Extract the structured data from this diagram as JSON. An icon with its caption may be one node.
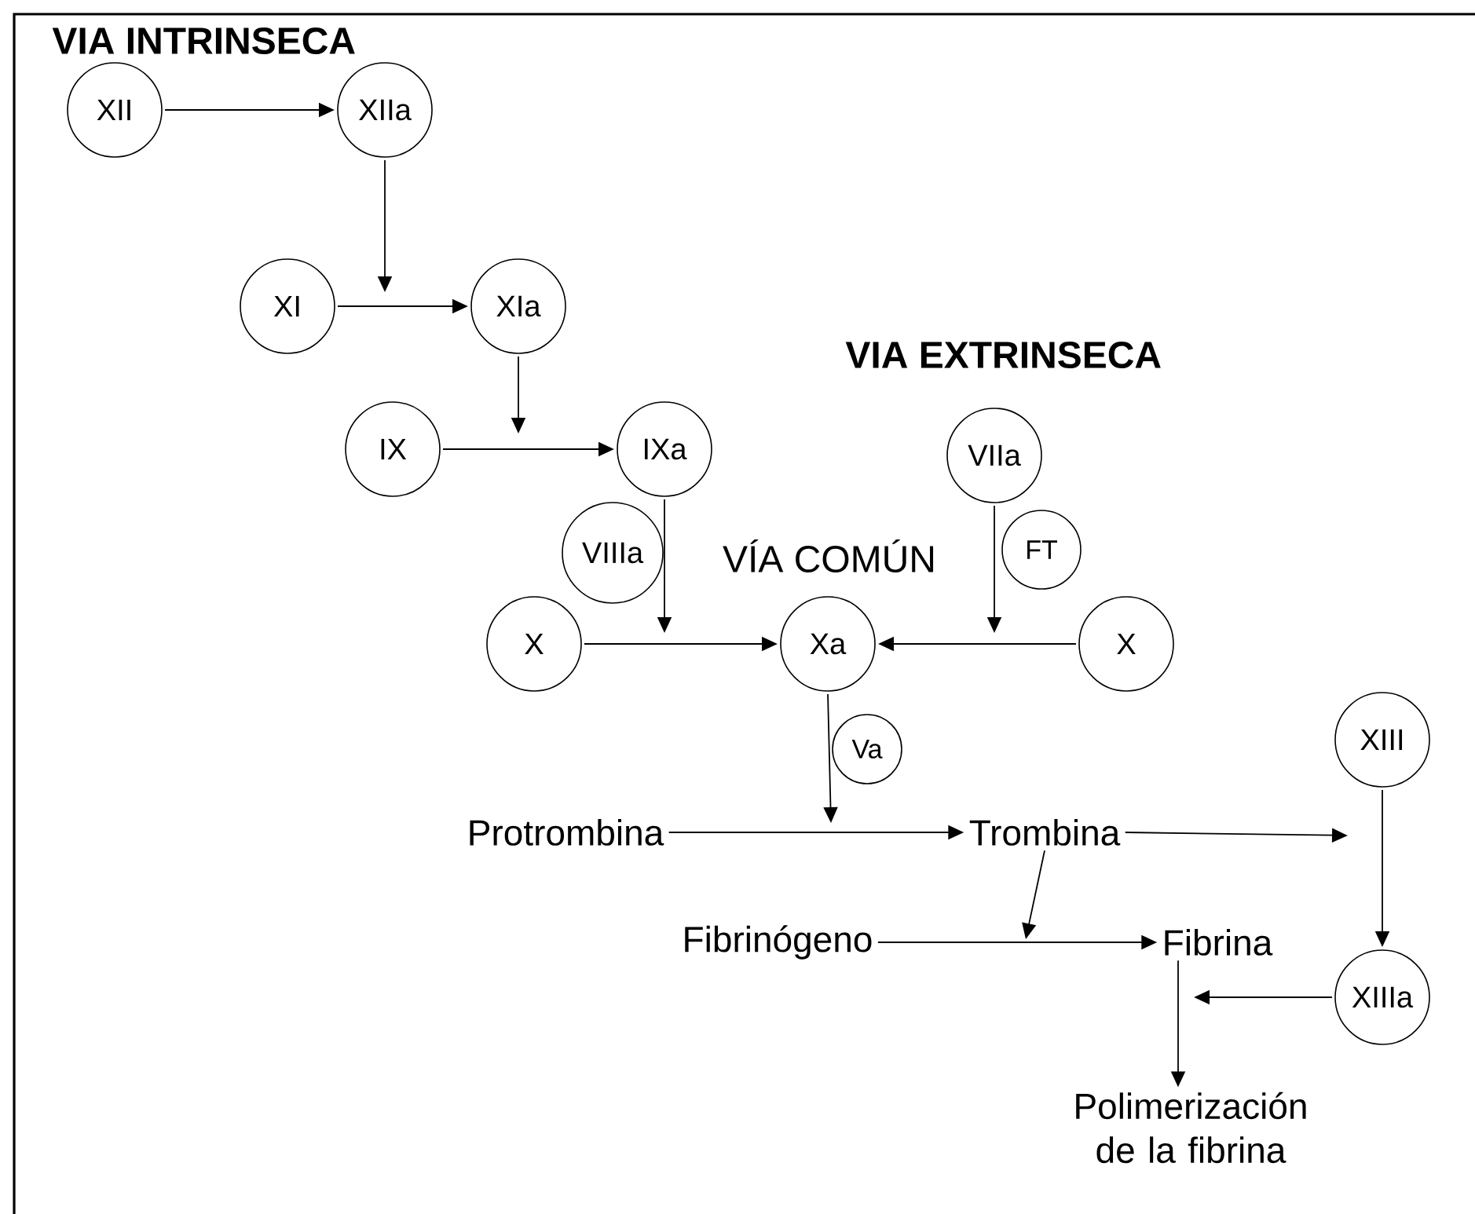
{
  "diagram": {
    "nodes": [
      {
        "text": [
          "XII"
        ]
      },
      {
        "text": [
          "XIIa"
        ]
      },
      {
        "text": [
          "XI"
        ]
      },
      {
        "text": [
          "XIa"
        ]
      },
      {
        "text": [
          "IX"
        ]
      },
      {
        "text": [
          "IXa"
        ]
      },
      {
        "text": [
          "VIIa"
        ]
      },
      {
        "text": [
          "VIIIa"
        ]
      },
      {
        "text": [
          "FT"
        ]
      },
      {
        "text": [
          "X"
        ]
      },
      {
        "text": [
          "Xa"
        ]
      },
      {
        "text": [
          "X"
        ]
      },
      {
        "text": [
          "Va"
        ]
      },
      {
        "text": [
          "XIII"
        ]
      },
      {
        "text": [
          "Protrombina"
        ]
      },
      {
        "text": [
          "Trombina"
        ]
      },
      {
        "text": [
          "Fibrinógeno"
        ]
      },
      {
        "text": [
          "Fibrina"
        ]
      },
      {
        "text": [
          "XIIIa"
        ]
      },
      {
        "text": [
          "Polimerización de la fibrina"
        ]
      }
    ],
    "edges": [
      {
        "from": 0,
        "to": 1,
        "arrow": "to"
      },
      {
        "from": 1,
        "to": null,
        "arrow": "to"
      },
      {
        "from": 2,
        "to": 3,
        "arrow": "to"
      },
      {
        "from": 3,
        "to": null,
        "arrow": "to"
      },
      {
        "from": 4,
        "to": 5,
        "arrow": "to"
      },
      {
        "from": 5,
        "to": null,
        "arrow": "to"
      },
      {
        "from": 6,
        "to": null,
        "arrow": "to"
      },
      {
        "from": 9,
        "to": 10,
        "arrow": "to"
      },
      {
        "from": 11,
        "to": 10,
        "arrow": "to"
      },
      {
        "from": 10,
        "to": null,
        "arrow": "to"
      },
      {
        "from": 14,
        "to": 15,
        "arrow": "to"
      },
      {
        "from": 15,
        "to": null,
        "arrow": "to"
      },
      {
        "from": 13,
        "to": 18,
        "arrow": "to"
      },
      {
        "from": 15,
        "to": null,
        "arrow": "to"
      },
      {
        "from": 16,
        "to": 17,
        "arrow": "to"
      },
      {
        "from": 18,
        "to": null,
        "arrow": "to"
      },
      {
        "from": 17,
        "to": 19,
        "arrow": "to"
      }
    ],
    "labels": [
      "VIA INTRINSECA",
      "VIA EXTRINSECA",
      "VÍA COMÚN"
    ]
  }
}
